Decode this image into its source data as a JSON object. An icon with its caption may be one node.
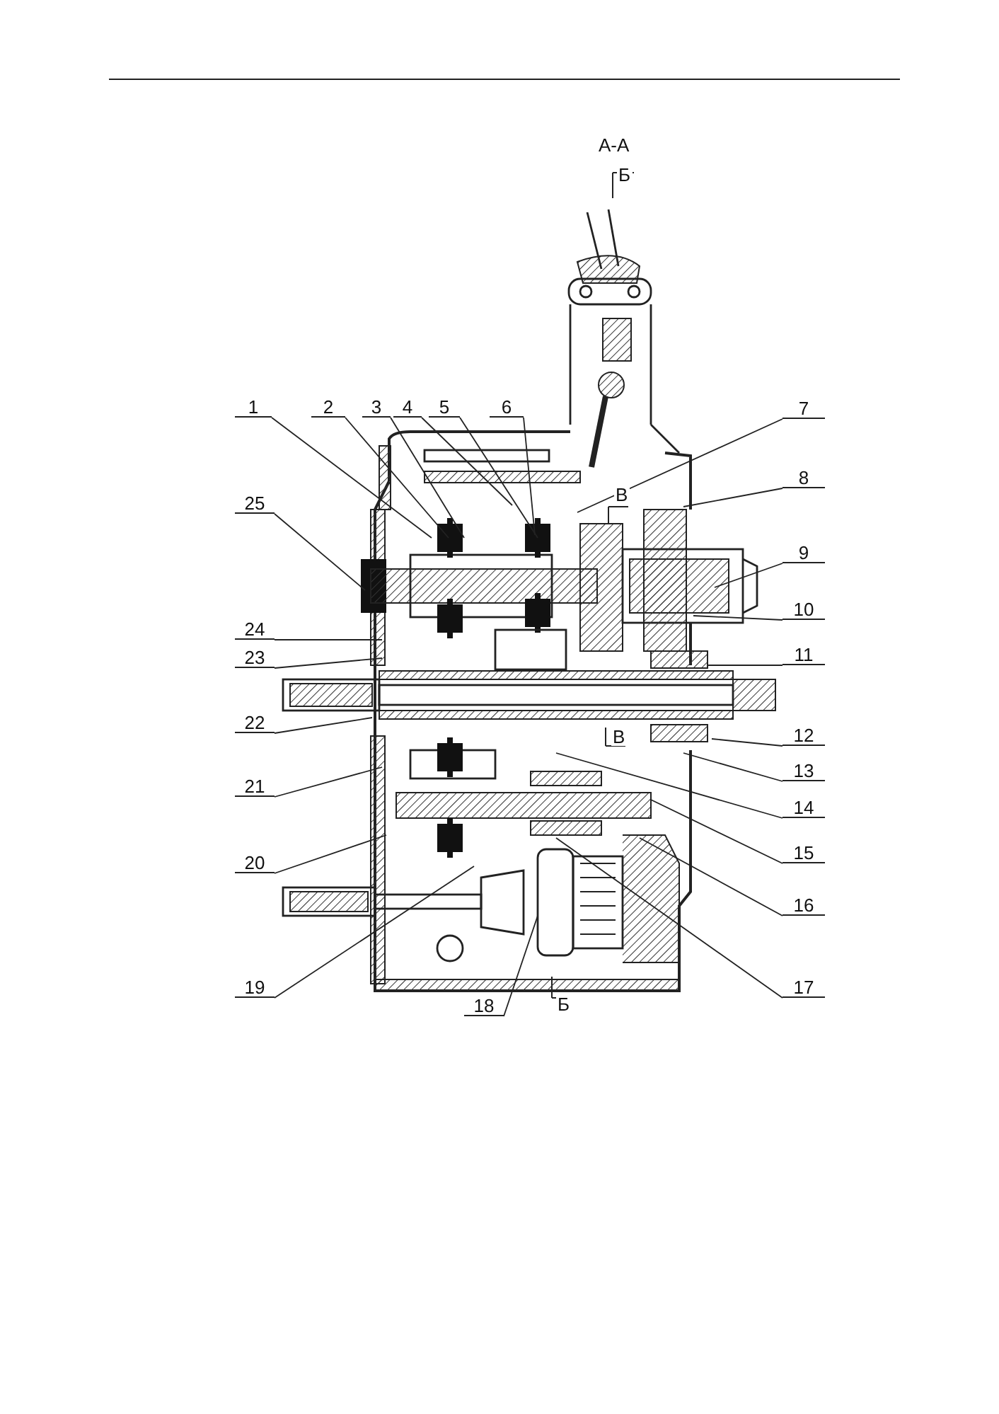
{
  "diagram": {
    "nodes": [
      {
        "text": [
          "1"
        ]
      },
      {
        "text": [
          "2"
        ]
      },
      {
        "text": [
          "3"
        ]
      },
      {
        "text": [
          "4"
        ]
      },
      {
        "text": [
          "5"
        ]
      },
      {
        "text": [
          "6"
        ]
      },
      {
        "text": [
          "7"
        ]
      },
      {
        "text": [
          "8"
        ]
      },
      {
        "text": [
          "9"
        ]
      },
      {
        "text": [
          "10"
        ]
      },
      {
        "text": [
          "11"
        ]
      },
      {
        "text": [
          "12"
        ]
      },
      {
        "text": [
          "13"
        ]
      },
      {
        "text": [
          "14"
        ]
      },
      {
        "text": [
          "15"
        ]
      },
      {
        "text": [
          "16"
        ]
      },
      {
        "text": [
          "17"
        ]
      },
      {
        "text": [
          "18"
        ]
      },
      {
        "text": [
          "19"
        ]
      },
      {
        "text": [
          "20"
        ]
      },
      {
        "text": [
          "21"
        ]
      },
      {
        "text": [
          "22"
        ]
      },
      {
        "text": [
          "23"
        ]
      },
      {
        "text": [
          "24"
        ]
      },
      {
        "text": [
          "25"
        ]
      }
    ],
    "edges": [
      {
        "from": 0,
        "to": null,
        "arrow": "none"
      },
      {
        "from": 1,
        "to": null,
        "arrow": "none"
      },
      {
        "from": 2,
        "to": null,
        "arrow": "none"
      },
      {
        "from": 3,
        "to": null,
        "arrow": "none"
      },
      {
        "from": 4,
        "to": null,
        "arrow": "none"
      },
      {
        "from": 5,
        "to": null,
        "arrow": "none"
      },
      {
        "from": 6,
        "to": null,
        "arrow": "none"
      },
      {
        "from": 7,
        "to": null,
        "arrow": "none"
      },
      {
        "from": 8,
        "to": null,
        "arrow": "none"
      },
      {
        "from": 9,
        "to": null,
        "arrow": "none"
      },
      {
        "from": 10,
        "to": null,
        "arrow": "none"
      },
      {
        "from": 11,
        "to": null,
        "arrow": "none"
      },
      {
        "from": 12,
        "to": null,
        "arrow": "none"
      },
      {
        "from": 13,
        "to": null,
        "arrow": "none"
      },
      {
        "from": 14,
        "to": null,
        "arrow": "none"
      },
      {
        "from": 15,
        "to": null,
        "arrow": "none"
      },
      {
        "from": 16,
        "to": null,
        "arrow": "none"
      },
      {
        "from": 17,
        "to": null,
        "arrow": "none"
      },
      {
        "from": 18,
        "to": null,
        "arrow": "none"
      },
      {
        "from": 19,
        "to": null,
        "arrow": "none"
      },
      {
        "from": 20,
        "to": null,
        "arrow": "none"
      },
      {
        "from": 21,
        "to": null,
        "arrow": "none"
      },
      {
        "from": 22,
        "to": null,
        "arrow": "none"
      },
      {
        "from": 23,
        "to": null,
        "arrow": "none"
      },
      {
        "from": 24,
        "to": null,
        "arrow": "none"
      }
    ],
    "labels": [
      "А-А",
      "Б",
      "В",
      "В",
      "Б"
    ]
  }
}
